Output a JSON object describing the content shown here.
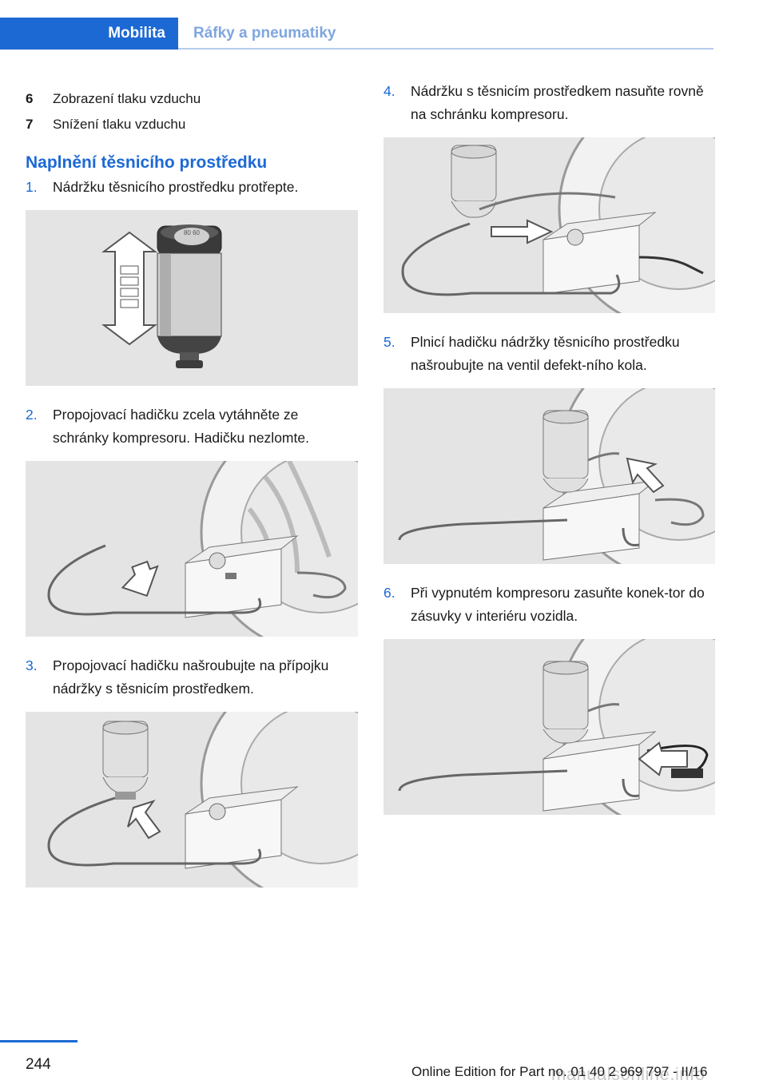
{
  "header": {
    "tab_active": "Mobilita",
    "tab_inactive": "Ráfky a pneumatiky"
  },
  "legend": [
    {
      "num": "6",
      "text": "Zobrazení tlaku vzduchu"
    },
    {
      "num": "7",
      "text": "Snížení tlaku vzduchu"
    }
  ],
  "section_title": "Naplnění těsnicího prostředku",
  "steps": [
    {
      "num": "1.",
      "text": "Nádržku těsnicího prostředku protřepte."
    },
    {
      "num": "2.",
      "text": "Propojovací hadičku zcela vytáhněte ze schránky kompresoru. Hadičku nezlomte."
    },
    {
      "num": "3.",
      "text": "Propojovací hadičku našroubujte na přípojku nádržky s těsnicím prostředkem."
    },
    {
      "num": "4.",
      "text": "Nádržku s těsnicím prostředkem nasuňte rovně na schránku kompresoru."
    },
    {
      "num": "5.",
      "text": "Plnicí hadičku nádržky těsnicího prostředku našroubujte na ventil defekt‐ního kola."
    },
    {
      "num": "6.",
      "text": "Při vypnutém kompresoru zasuňte konek‐tor do zásuvky v interiéru vozidla."
    }
  ],
  "bottle_label": "80 60",
  "footer": {
    "page_number": "244",
    "edition": "Online Edition for Part no. 01 40 2 969 797 - II/16",
    "watermark": "manualsonline.info"
  },
  "colors": {
    "accent": "#1c69d4",
    "illustration_bg": "#e4e4e4"
  }
}
